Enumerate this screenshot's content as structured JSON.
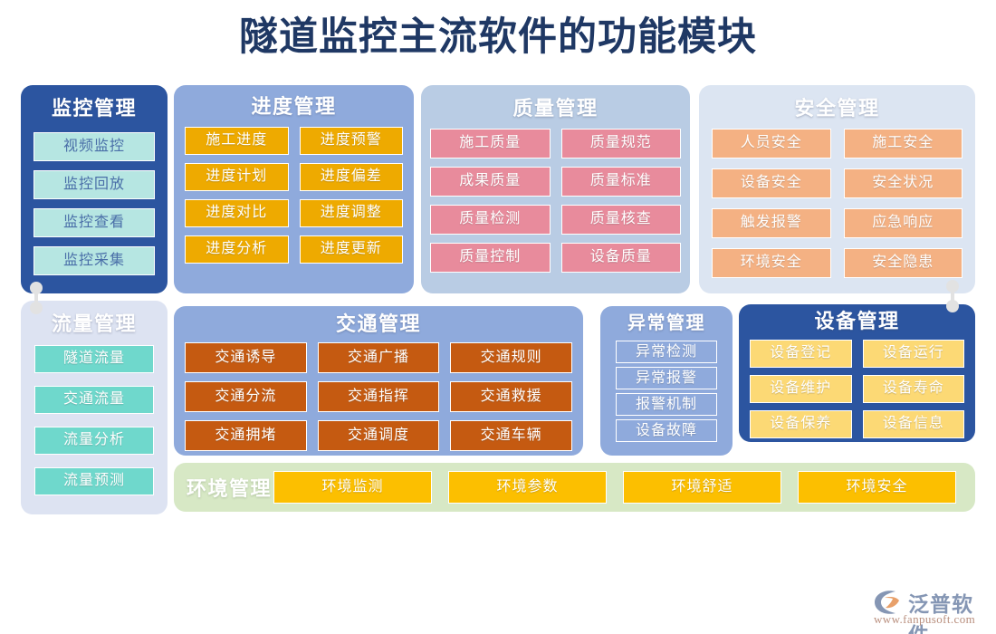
{
  "title": "隧道监控主流软件的功能模块",
  "panels": {
    "monitor": {
      "title": "监控管理",
      "items": [
        "视频监控",
        "监控回放",
        "监控查看",
        "监控采集"
      ]
    },
    "progress": {
      "title": "进度管理",
      "items": [
        "施工进度",
        "进度预警",
        "进度计划",
        "进度偏差",
        "进度对比",
        "进度调整",
        "进度分析",
        "进度更新"
      ]
    },
    "quality": {
      "title": "质量管理",
      "items": [
        "施工质量",
        "质量规范",
        "成果质量",
        "质量标准",
        "质量检测",
        "质量核查",
        "质量控制",
        "设备质量"
      ]
    },
    "safety": {
      "title": "安全管理",
      "items": [
        "人员安全",
        "施工安全",
        "设备安全",
        "安全状况",
        "触发报警",
        "应急响应",
        "环境安全",
        "安全隐患"
      ]
    },
    "flow": {
      "title": "流量管理",
      "items": [
        "隧道流量",
        "交通流量",
        "流量分析",
        "流量预测"
      ]
    },
    "traffic": {
      "title": "交通管理",
      "items": [
        "交通诱导",
        "交通广播",
        "交通规则",
        "交通分流",
        "交通指挥",
        "交通救援",
        "交通拥堵",
        "交通调度",
        "交通车辆"
      ]
    },
    "abnormal": {
      "title": "异常管理",
      "items": [
        "异常检测",
        "异常报警",
        "报警机制",
        "设备故障"
      ]
    },
    "device": {
      "title": "设备管理",
      "items": [
        "设备登记",
        "设备运行",
        "设备维护",
        "设备寿命",
        "设备保养",
        "设备信息"
      ]
    },
    "environment": {
      "title": "环境管理",
      "items": [
        "环境监测",
        "环境参数",
        "环境舒适",
        "环境安全"
      ]
    }
  },
  "logo": {
    "name": "泛普软件",
    "url": "www.fanpusoft.com",
    "mark_color": "#8596b4",
    "mark_accent": "#e8a06a"
  },
  "colors": {
    "title_text": "#1f3864",
    "panel_monitor": "#2c55a0",
    "panel_progress": "#8faadc",
    "panel_quality": "#b9cce4",
    "panel_safety": "#dce5f2",
    "panel_flow": "#dde3f2",
    "panel_traffic": "#8faadc",
    "panel_abnormal": "#8faadc",
    "panel_device": "#2c55a0",
    "panel_environment": "#d7e8c5",
    "btn_monitor": "#b6e6e2",
    "btn_progress": "#eeaa00",
    "btn_quality": "#e88b9c",
    "btn_safety": "#f4b183",
    "btn_flow": "#6fd8cc",
    "btn_traffic": "#c55a11",
    "btn_device": "#fcd975",
    "btn_environment": "#fcbf00",
    "connector": "#e2e2e2"
  }
}
